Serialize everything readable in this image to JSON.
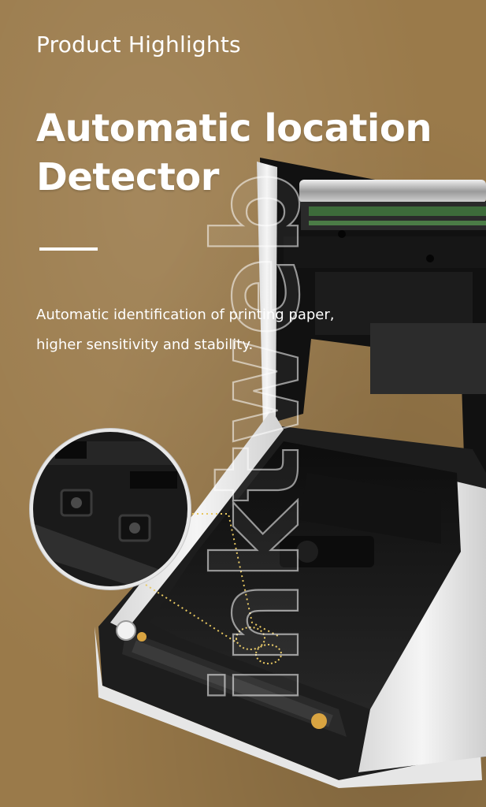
{
  "header": {
    "eyebrow": "Product Highlights",
    "headline_line1": "Automatic location",
    "headline_line2": "Detector"
  },
  "description": {
    "line1": "Automatic identification of printing paper,",
    "line2": "higher sensitivity and stability."
  },
  "watermark": "inktweb",
  "colors": {
    "background": "#9a7a4a",
    "text": "#ffffff",
    "printer_body": "#1a1a1a",
    "printer_shell": "#eeeeee",
    "callout_dots": "#e8c860"
  }
}
